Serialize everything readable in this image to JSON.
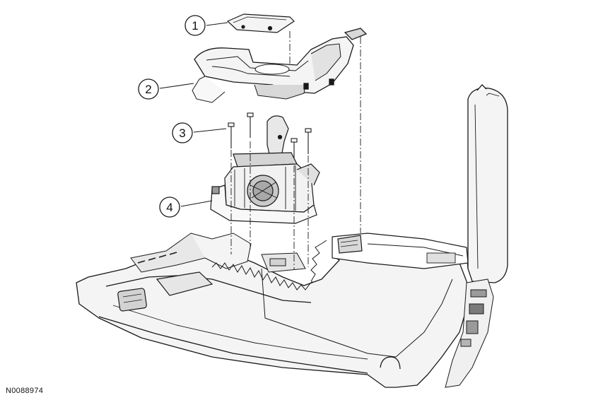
{
  "diagram": {
    "reference_id": "N0088974",
    "callouts": [
      {
        "id": "callout-1",
        "number": "1"
      },
      {
        "id": "callout-2",
        "number": "2"
      },
      {
        "id": "callout-3",
        "number": "3"
      },
      {
        "id": "callout-4",
        "number": "4"
      }
    ]
  },
  "colors": {
    "line": "#1a1a1a",
    "part_fill": "#f4f4f4",
    "shade": "#d2d2d2",
    "dark_shade": "#9a9a9a"
  }
}
